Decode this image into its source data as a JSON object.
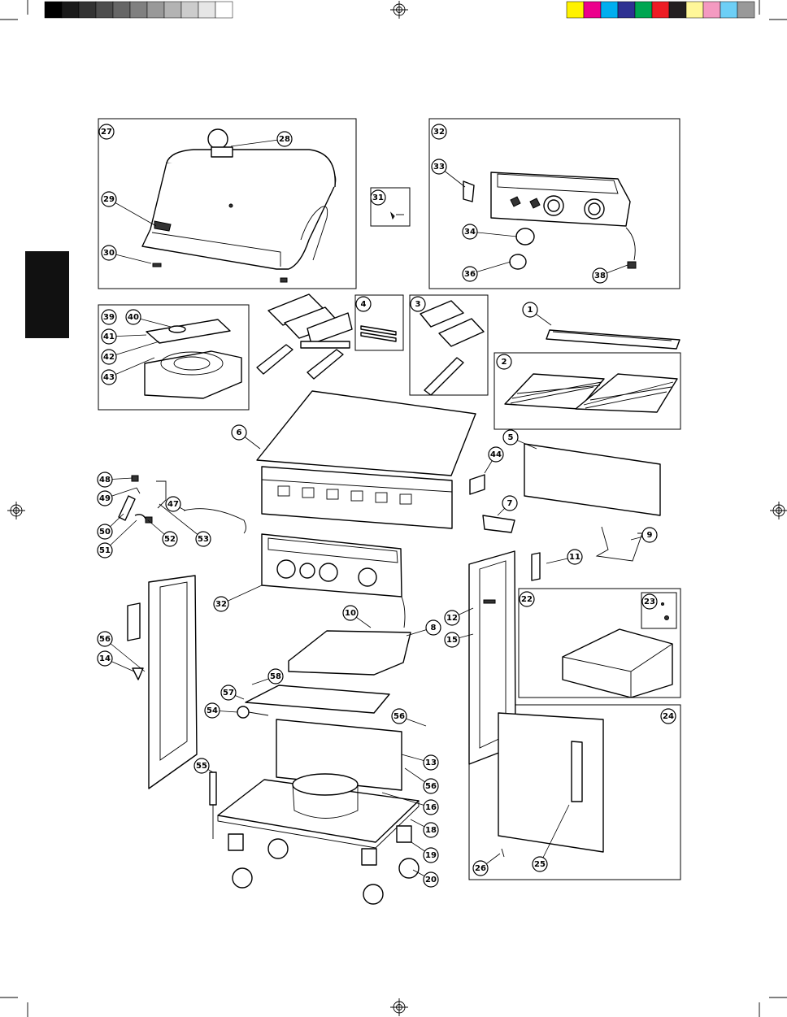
{
  "print_marks": {
    "gray_swatches": [
      "#000000",
      "#1a1a1a",
      "#333333",
      "#4d4d4d",
      "#666666",
      "#808080",
      "#999999",
      "#b3b3b3",
      "#cccccc",
      "#e6e6e6",
      "#ffffff"
    ],
    "color_swatches": [
      "#fff200",
      "#ec008c",
      "#00aeef",
      "#2e3192",
      "#00a651",
      "#ed1c24",
      "#231f20",
      "#fff799",
      "#f49ac1",
      "#6dcff6",
      "#999999"
    ]
  },
  "callouts": [
    {
      "id": "c1",
      "label": "1"
    },
    {
      "id": "c2",
      "label": "2"
    },
    {
      "id": "c3",
      "label": "3"
    },
    {
      "id": "c4",
      "label": "4"
    },
    {
      "id": "c5",
      "label": "5"
    },
    {
      "id": "c6",
      "label": "6"
    },
    {
      "id": "c7",
      "label": "7"
    },
    {
      "id": "c8",
      "label": "8"
    },
    {
      "id": "c9",
      "label": "9"
    },
    {
      "id": "c10",
      "label": "10"
    },
    {
      "id": "c11",
      "label": "11"
    },
    {
      "id": "c12",
      "label": "12"
    },
    {
      "id": "c13",
      "label": "13"
    },
    {
      "id": "c14",
      "label": "14"
    },
    {
      "id": "c15",
      "label": "15"
    },
    {
      "id": "c16",
      "label": "16"
    },
    {
      "id": "c18",
      "label": "18"
    },
    {
      "id": "c19",
      "label": "19"
    },
    {
      "id": "c20",
      "label": "20"
    },
    {
      "id": "c22",
      "label": "22"
    },
    {
      "id": "c23",
      "label": "23"
    },
    {
      "id": "c24",
      "label": "24"
    },
    {
      "id": "c25",
      "label": "25"
    },
    {
      "id": "c26",
      "label": "26"
    },
    {
      "id": "c27",
      "label": "27"
    },
    {
      "id": "c28",
      "label": "28"
    },
    {
      "id": "c29",
      "label": "29"
    },
    {
      "id": "c30",
      "label": "30"
    },
    {
      "id": "c31",
      "label": "31"
    },
    {
      "id": "c32a",
      "label": "32"
    },
    {
      "id": "c32b",
      "label": "32"
    },
    {
      "id": "c33",
      "label": "33"
    },
    {
      "id": "c34",
      "label": "34"
    },
    {
      "id": "c36",
      "label": "36"
    },
    {
      "id": "c38",
      "label": "38"
    },
    {
      "id": "c39",
      "label": "39"
    },
    {
      "id": "c40",
      "label": "40"
    },
    {
      "id": "c41",
      "label": "41"
    },
    {
      "id": "c42",
      "label": "42"
    },
    {
      "id": "c43",
      "label": "43"
    },
    {
      "id": "c44",
      "label": "44"
    },
    {
      "id": "c47",
      "label": "47"
    },
    {
      "id": "c48",
      "label": "48"
    },
    {
      "id": "c49",
      "label": "49"
    },
    {
      "id": "c50",
      "label": "50"
    },
    {
      "id": "c51",
      "label": "51"
    },
    {
      "id": "c52",
      "label": "52"
    },
    {
      "id": "c53",
      "label": "53"
    },
    {
      "id": "c54",
      "label": "54"
    },
    {
      "id": "c55",
      "label": "55"
    },
    {
      "id": "c56a",
      "label": "56"
    },
    {
      "id": "c56b",
      "label": "56"
    },
    {
      "id": "c56c",
      "label": "56"
    },
    {
      "id": "c57",
      "label": "57"
    },
    {
      "id": "c58",
      "label": "58"
    }
  ]
}
